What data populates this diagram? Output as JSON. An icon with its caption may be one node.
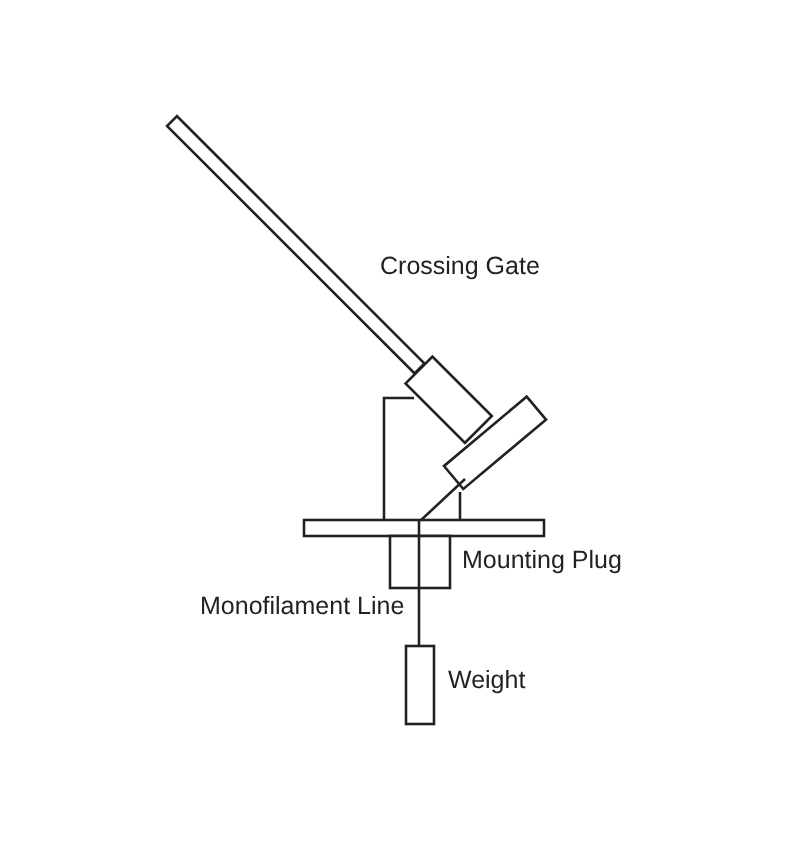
{
  "diagram": {
    "labels": [
      "Crossing Gate",
      "Mounting Plug",
      "Monofilament Line",
      "Weight"
    ]
  }
}
